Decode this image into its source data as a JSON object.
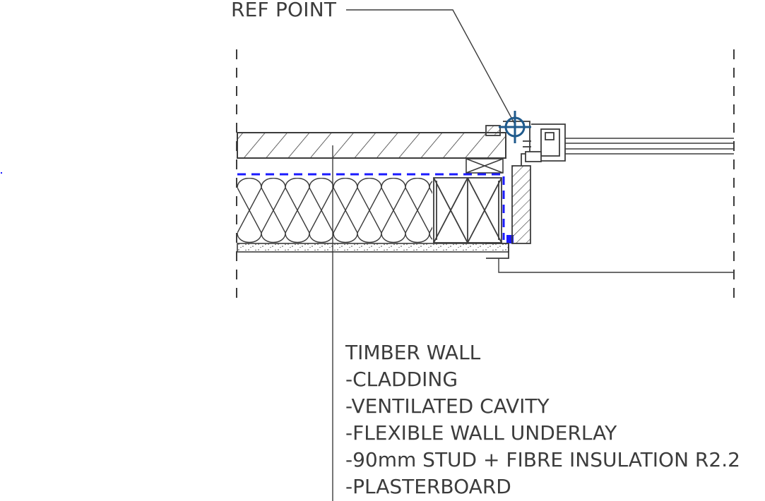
{
  "reference": {
    "label": "REF POINT"
  },
  "wall_notes": {
    "title": "TIMBER WALL",
    "layers": [
      "-CLADDING",
      "-VENTILATED CAVITY",
      "-FLEXIBLE WALL UNDERLAY",
      "-90mm STUD + FIBRE INSULATION R2.2",
      "-PLASTERBOARD"
    ]
  },
  "colors": {
    "line": "#3c3c3c",
    "underlay": "#1a1aff",
    "ref_marker": "#1f5a8c"
  }
}
